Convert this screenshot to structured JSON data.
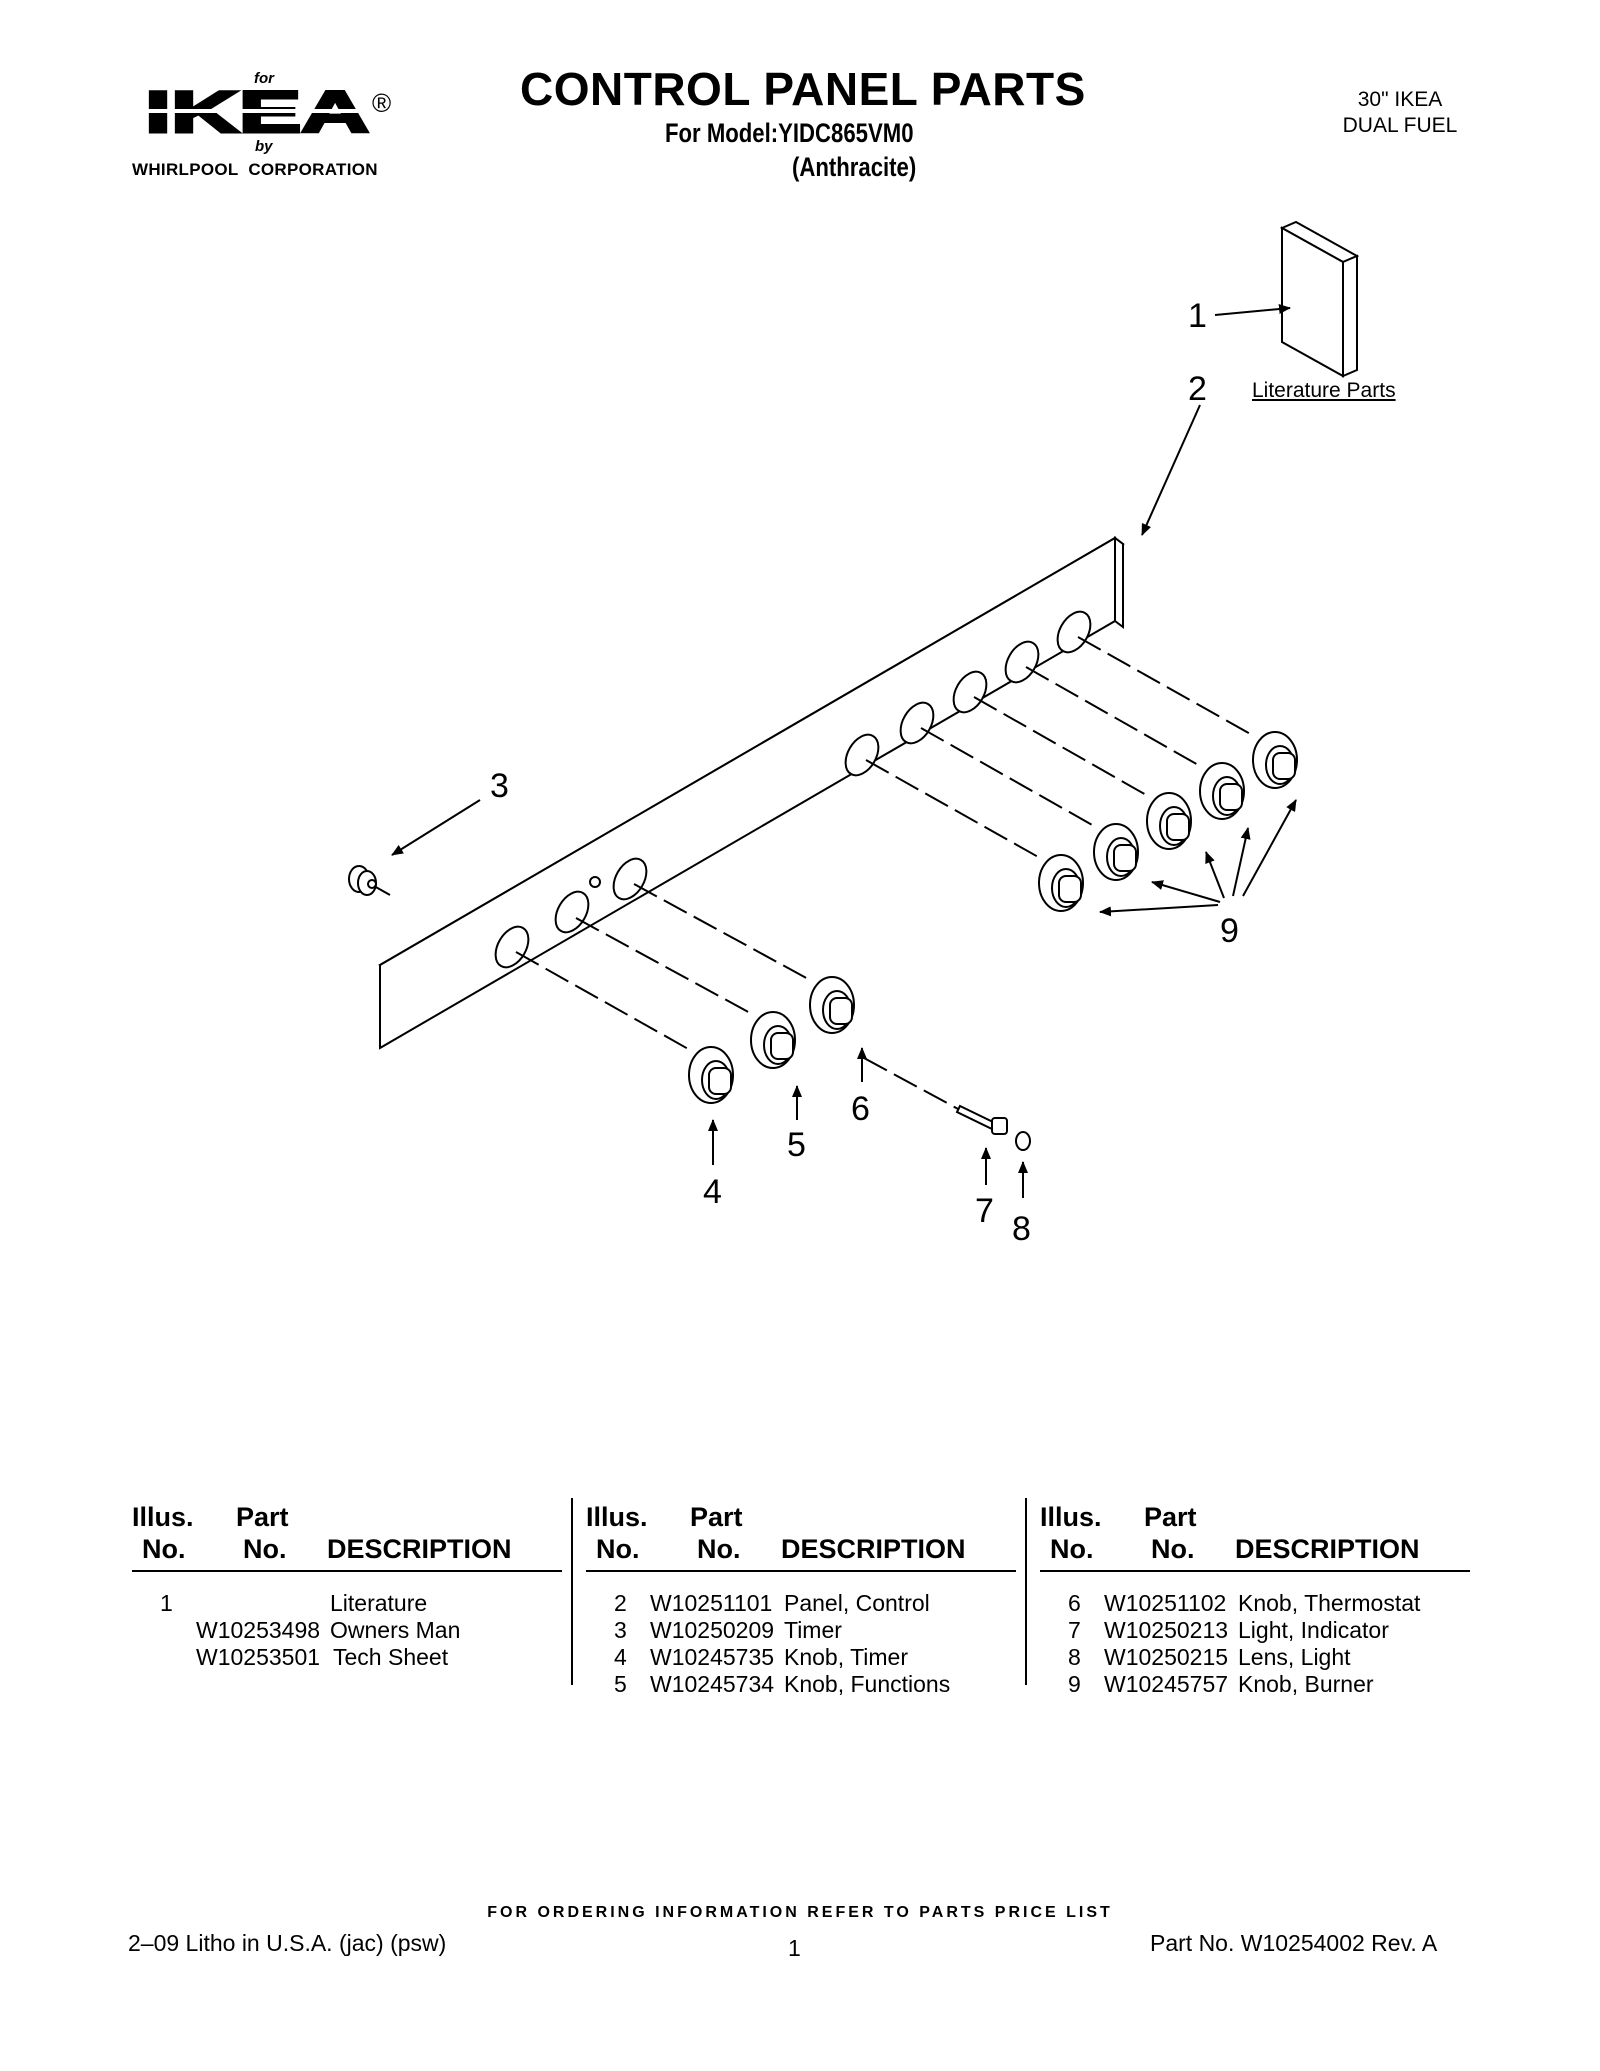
{
  "header": {
    "logo": {
      "for_text": "for",
      "brand": "IKEA",
      "registered": "®",
      "by_text": "by",
      "corporation": "WHIRLPOOL  CORPORATION"
    },
    "title": "CONTROL PANEL PARTS",
    "model_line": "For Model:YIDC865VM0",
    "color_line": "(Anthracite)",
    "corner_line1": "30\" IKEA",
    "corner_line2": "DUAL FUEL"
  },
  "diagram": {
    "callouts": [
      "1",
      "2",
      "3",
      "4",
      "5",
      "6",
      "7",
      "8",
      "9"
    ],
    "literature_label": "Literature Parts"
  },
  "parts_table": {
    "headers": {
      "illus": "Illus.",
      "illus_no": "No.",
      "part": "Part",
      "part_no": "No.",
      "description": "DESCRIPTION"
    },
    "columns": [
      {
        "rows": [
          {
            "illus": "1",
            "part": "",
            "desc": "Literature"
          },
          {
            "illus": "",
            "part": "W10253498",
            "desc": "Owners Man"
          },
          {
            "illus": "",
            "part": "W10253501",
            "desc": "Tech Sheet"
          }
        ]
      },
      {
        "rows": [
          {
            "illus": "2",
            "part": "W10251101",
            "desc": "Panel, Control"
          },
          {
            "illus": "3",
            "part": "W10250209",
            "desc": "Timer"
          },
          {
            "illus": "4",
            "part": "W10245735",
            "desc": "Knob, Timer"
          },
          {
            "illus": "5",
            "part": "W10245734",
            "desc": "Knob, Functions"
          }
        ]
      },
      {
        "rows": [
          {
            "illus": "6",
            "part": "W10251102",
            "desc": "Knob, Thermostat"
          },
          {
            "illus": "7",
            "part": "W10250213",
            "desc": "Light, Indicator"
          },
          {
            "illus": "8",
            "part": "W10250215",
            "desc": "Lens, Light"
          },
          {
            "illus": "9",
            "part": "W10245757",
            "desc": "Knob, Burner"
          }
        ]
      }
    ]
  },
  "footer": {
    "ordering_note": "FOR ORDERING INFORMATION REFER TO PARTS PRICE LIST",
    "litho": "2–09 Litho in U.S.A. (jac) (psw)",
    "page_number": "1",
    "part_number": "Part No. W10254002 Rev. A"
  }
}
